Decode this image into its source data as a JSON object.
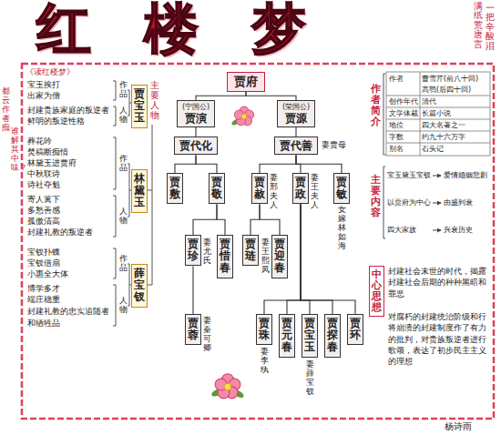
{
  "diagram": {
    "title": "红楼梦",
    "nodes": [
      {
        "text": [
          "贾宝玉"
        ]
      },
      {
        "text": [
          "林黛玉"
        ]
      },
      {
        "text": [
          "薛宝钗"
        ]
      },
      {
        "text": [
          "贾府"
        ]
      },
      {
        "text": [
          "(宁国公)",
          "贾演"
        ]
      },
      {
        "text": [
          "(荣国公)",
          "贾源"
        ]
      },
      {
        "text": [
          "贾代化"
        ]
      },
      {
        "text": [
          "贾代善"
        ]
      },
      {
        "text": [
          "贾敷"
        ]
      },
      {
        "text": [
          "贾敬"
        ]
      },
      {
        "text": [
          "贾赦"
        ]
      },
      {
        "text": [
          "贾政"
        ]
      },
      {
        "text": [
          "贾敏"
        ]
      },
      {
        "text": [
          "贾珍"
        ]
      },
      {
        "text": [
          "贾惜春"
        ]
      },
      {
        "text": [
          "贾琏"
        ]
      },
      {
        "text": [
          "贾迎春"
        ]
      },
      {
        "text": [
          "贾蓉"
        ]
      },
      {
        "text": [
          "贾珠"
        ]
      },
      {
        "text": [
          "贾元春"
        ]
      },
      {
        "text": [
          "贾宝玉"
        ]
      },
      {
        "text": [
          "贾探春"
        ]
      },
      {
        "text": [
          "贾环"
        ]
      },
      {
        "text": [
          "中心思想"
        ]
      }
    ],
    "edges": [
      {
        "from": 3,
        "to": 4,
        "arrow": "none"
      },
      {
        "from": 3,
        "to": 5,
        "arrow": "none"
      },
      {
        "from": 4,
        "to": 6,
        "arrow": "none"
      },
      {
        "from": 5,
        "to": 7,
        "arrow": "none"
      },
      {
        "from": 6,
        "to": 8,
        "arrow": "none"
      },
      {
        "from": 6,
        "to": 9,
        "arrow": "none"
      },
      {
        "from": 7,
        "to": 10,
        "arrow": "none"
      },
      {
        "from": 7,
        "to": 11,
        "arrow": "none"
      },
      {
        "from": 7,
        "to": 12,
        "arrow": "none"
      },
      {
        "from": 9,
        "to": 13,
        "arrow": "none"
      },
      {
        "from": 9,
        "to": 14,
        "arrow": "none"
      },
      {
        "from": 10,
        "to": 15,
        "arrow": "none"
      },
      {
        "from": 10,
        "to": 16,
        "arrow": "none"
      },
      {
        "from": 13,
        "to": 17,
        "arrow": "none"
      },
      {
        "from": 11,
        "to": 18,
        "arrow": "none"
      },
      {
        "from": 11,
        "to": 19,
        "arrow": "none"
      },
      {
        "from": 11,
        "to": 20,
        "arrow": "none"
      },
      {
        "from": 11,
        "to": 21,
        "arrow": "none"
      },
      {
        "from": 11,
        "to": 22,
        "arrow": "none"
      }
    ],
    "labels": [
      "都云作者痴，",
      "谁解其中味？",
      "满纸荒唐言，",
      "一把辛酸泪",
      "《读红楼梦》",
      "主要人物",
      "作品",
      "宝玉挨打",
      "出家为僧",
      "人物",
      "封建贵族家庭的叛逆者",
      "鲜明的叛逆性格",
      "作品",
      "葬花吟",
      "焚稿断痴情",
      "林黛玉进贾府",
      "中秋联诗",
      "诗社夺魁",
      "人物",
      "寄人篱下",
      "多愁善感",
      "孤傲清高",
      "封建礼教的叛逆者",
      "作品",
      "宝钗扑蝶",
      "宝钗借扇",
      "小惠全大体",
      "人物",
      "博学多才",
      "端庄稳重",
      "封建礼教的忠实追随者和牺牲品",
      "妻贾母",
      "妻邢夫人",
      "妻王夫人",
      "女嫁林如海",
      "妻尤氏",
      "妻王熙凤",
      "妻秦可卿",
      "妻李纨",
      "妻薛宝钗",
      "作者简介",
      "作者",
      "曹雪芹(前八十回)",
      "高鹗(后四十回)",
      "创作年代",
      "清代",
      "文学体裁",
      "长篇小说",
      "地位",
      "四大名著之一",
      "字数",
      "约九十六万字",
      "别名",
      "石头记",
      "主要内容",
      "宝玉黛玉宝钗",
      "爱情婚姻悲剧",
      "以贾府为中心",
      "由盛到衰",
      "四大家族",
      "兴衰历史",
      "封建社会末世的时代，揭露封建社会后期的种种黑暗和罪恶",
      "对腐朽的封建统治阶级和行将崩溃的封建制度作了有力的批判，对贵族叛逆者进行歌颂，表达了初步民主主义的理想",
      "杨诗雨"
    ]
  }
}
